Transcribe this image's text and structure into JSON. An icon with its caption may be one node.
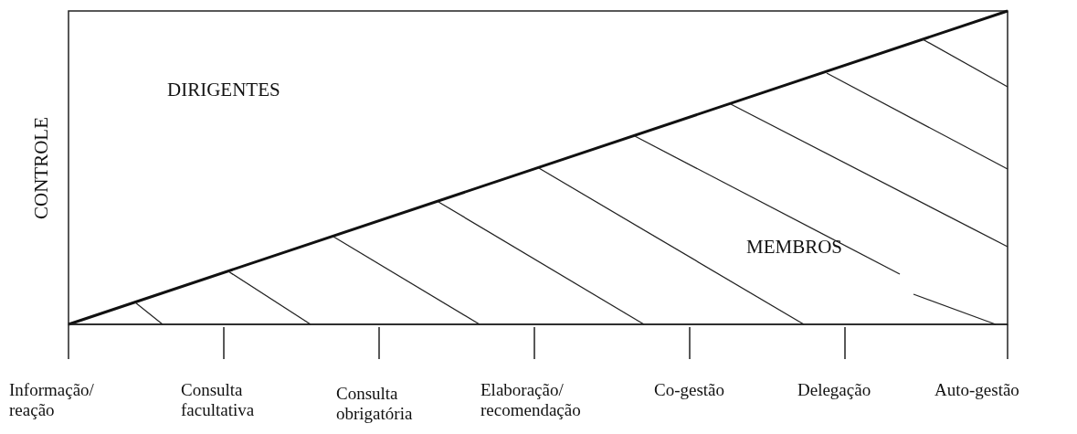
{
  "diagram": {
    "labels": [
      "CONTROLE",
      "DIRIGENTES",
      "MEMBROS",
      "Informação/ reação",
      "Consulta facultativa",
      "Consulta obrigatória",
      "Elaboração/ recomendação",
      "Co-gestão",
      "Delegação",
      "Auto-gestão"
    ]
  }
}
